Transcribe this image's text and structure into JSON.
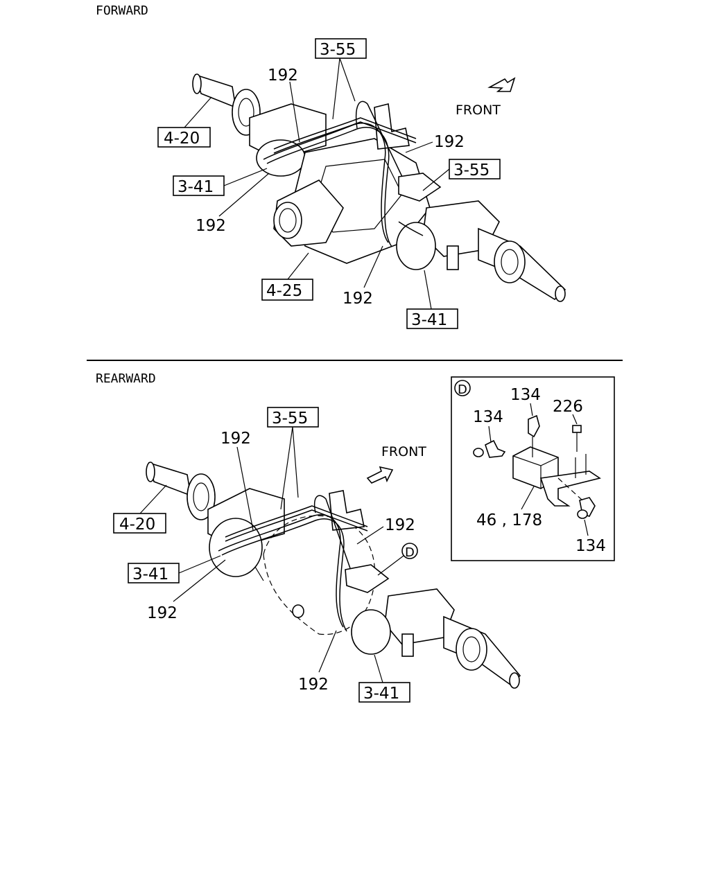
{
  "sections": {
    "forward": "FORWARD",
    "rearward": "REARWARD"
  },
  "front_label": "FRONT",
  "callouts": {
    "ref_3_55": "3-55",
    "ref_4_20": "4-20",
    "ref_3_41": "3-41",
    "ref_4_25": "4-25",
    "part_192": "192",
    "part_134": "134",
    "part_226": "226",
    "part_46_178": "46 , 178"
  },
  "detail": {
    "marker": "D"
  }
}
